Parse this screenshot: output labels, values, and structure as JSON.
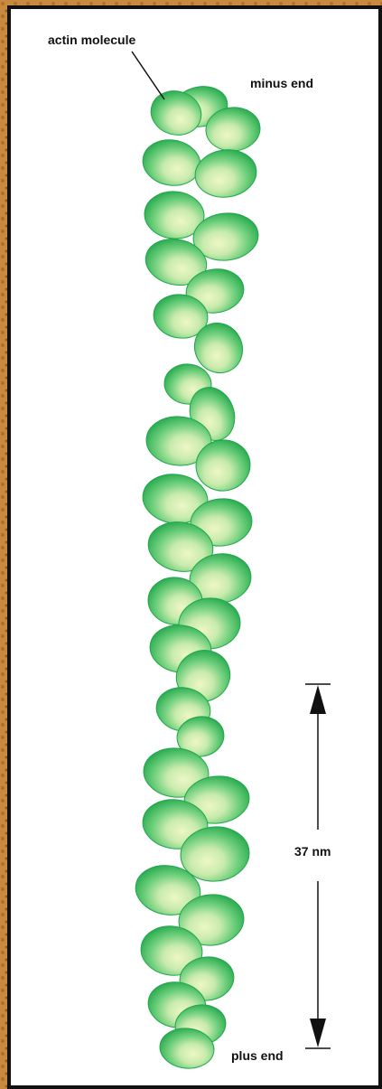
{
  "labels": {
    "actin_molecule": "actin molecule",
    "minus_end": "minus end",
    "plus_end": "plus end",
    "scale": "37 nm"
  },
  "colors": {
    "subunit_dark": "#1fa64a",
    "subunit_mid": "#6fcf7c",
    "subunit_light": "#eef7c6",
    "frame": "#111111",
    "background": "#c88a3e"
  }
}
